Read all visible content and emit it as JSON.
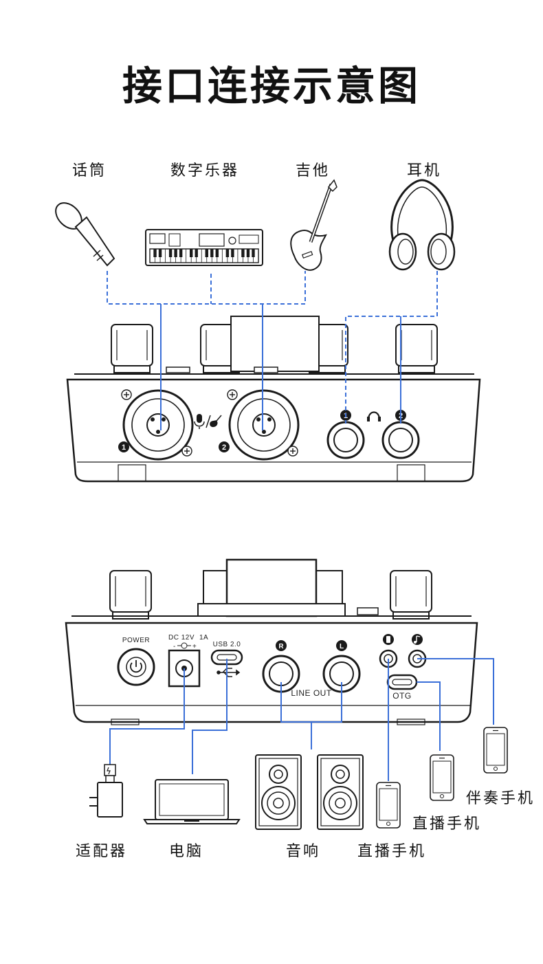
{
  "title": "接口连接示意图",
  "front": {
    "devices": {
      "mic": "话筒",
      "keyboard": "数字乐器",
      "guitar": "吉他",
      "headphones": "耳机"
    },
    "port_numbers": {
      "one": "1",
      "two": "2"
    }
  },
  "back": {
    "ports": {
      "power": "POWER",
      "dc": "DC 12V",
      "dc_current": "1A",
      "usb": "USB 2.0",
      "line_out": "LINE OUT",
      "r": "R",
      "l": "L",
      "otg": "OTG"
    },
    "devices": {
      "adapter": "适配器",
      "computer": "电脑",
      "speakers": "音响",
      "live_phone_1": "直播手机",
      "live_phone_2": "直播手机",
      "backing_phone": "伴奏手机"
    }
  },
  "colors": {
    "line": "#3a6fd8",
    "stroke": "#1a1a1a"
  }
}
